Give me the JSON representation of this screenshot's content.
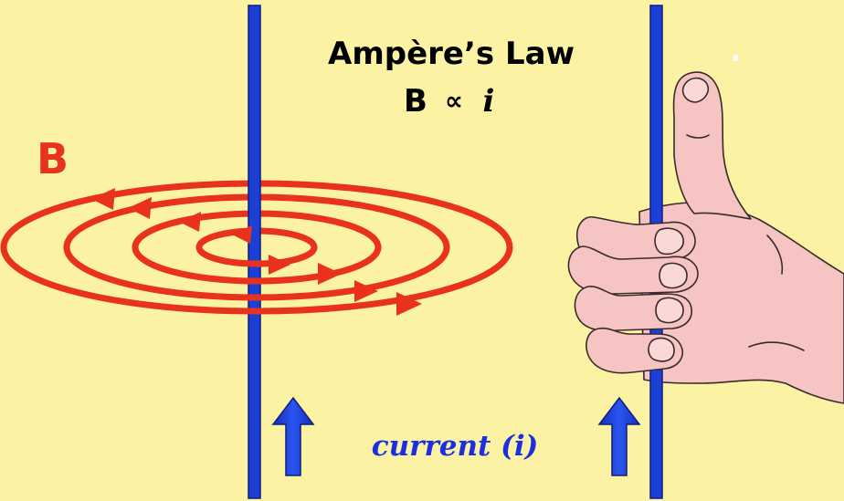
{
  "title": "Ampère’s Law",
  "relation_symbol": "B",
  "relation_op": "∝",
  "relation_var": "i",
  "field_label": "B",
  "current_label": "current (i)",
  "colors": {
    "background": "#FBF3A3",
    "wire": "#1C3FD6",
    "field_lines": "#E8321C",
    "arrow": "#1C3FD6",
    "current_text": "#1B2FE0",
    "skin": "#F7C4C4",
    "skin_outline": "#3A2A2A"
  }
}
